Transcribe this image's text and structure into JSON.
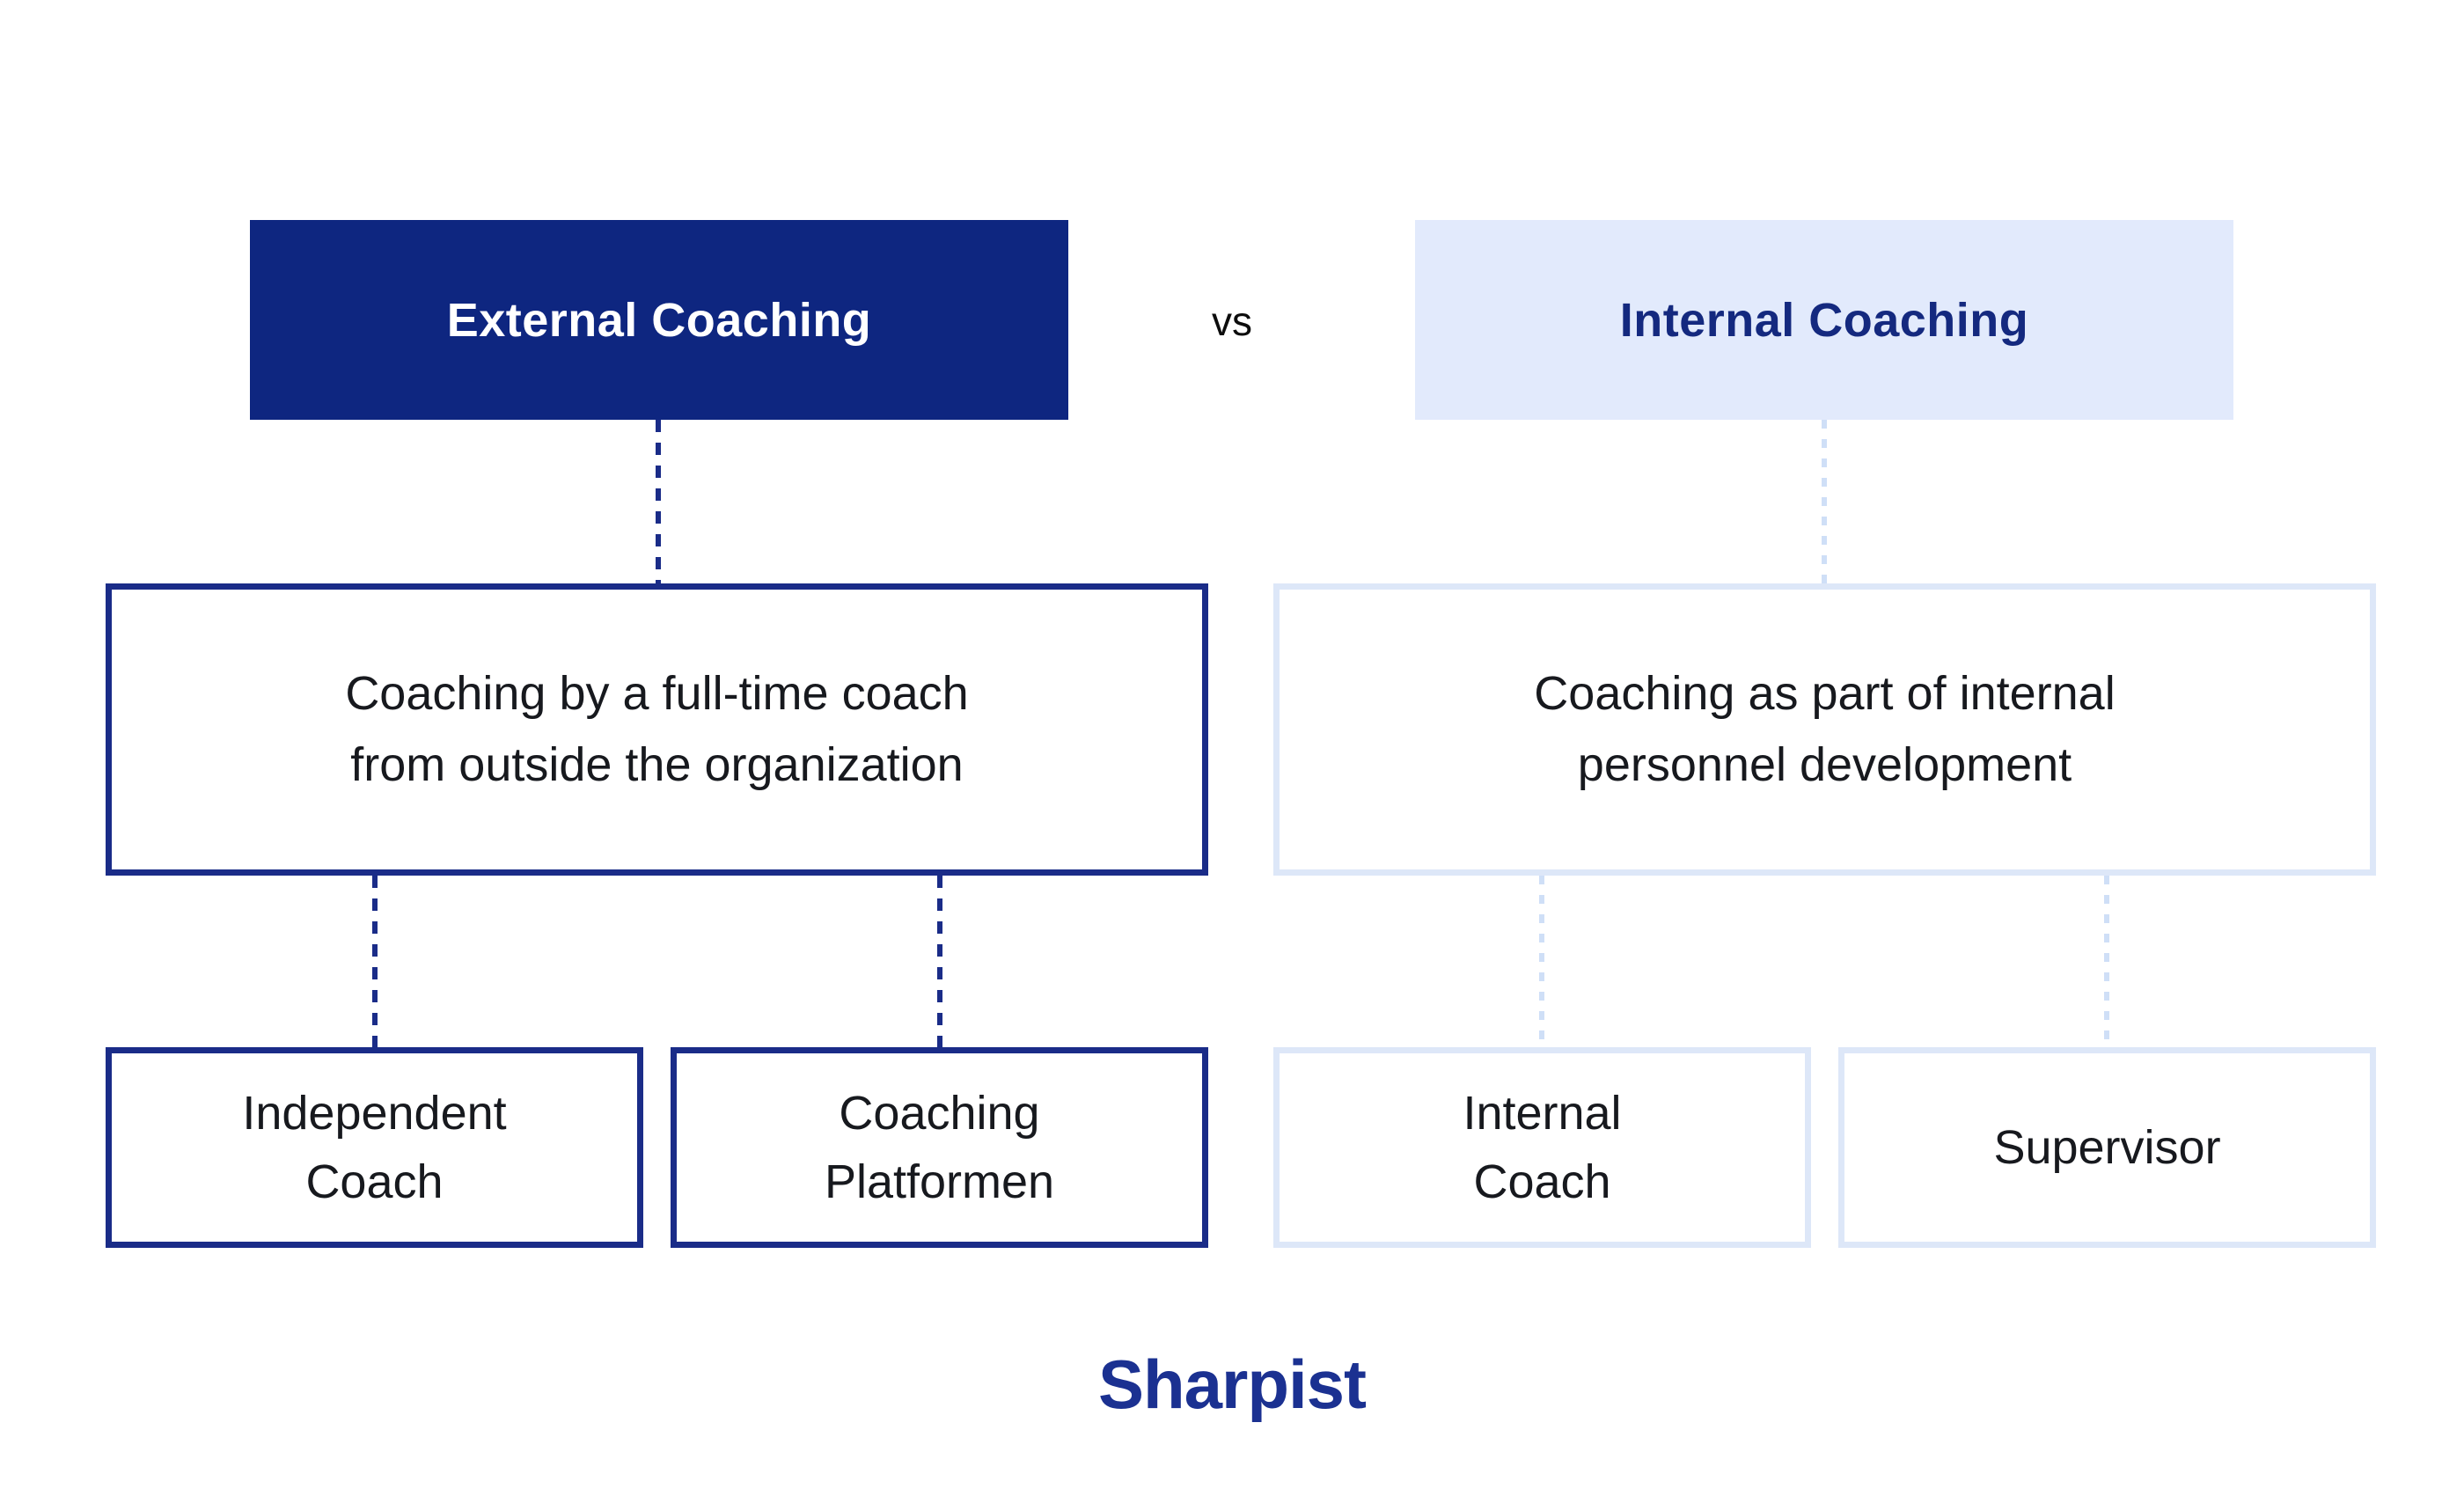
{
  "page": {
    "vs_label": "vs",
    "brand": "Sharpist"
  },
  "colors": {
    "navy_fill": "#0e2680",
    "navy_border": "#1a2c88",
    "navy_text": "#14297f",
    "light_fill": "#e2eafc",
    "light_border": "#dde7f8",
    "light_dash": "#cfdff7",
    "body_text": "#17191e",
    "vs_text": "#0d0d0d",
    "brand_navy": "#1b3191",
    "background": "#ffffff"
  },
  "diagram": {
    "columns": [
      {
        "id": "external-coaching",
        "header": "External Coaching",
        "description": "Coaching by a full-time coach\nfrom outside the organization",
        "children": [
          {
            "label": "Independent\nCoach"
          },
          {
            "label": "Coaching\nPlatformen"
          }
        ]
      },
      {
        "id": "internal-coaching",
        "header": "Internal Coaching",
        "description": "Coaching as part of internal\npersonnel development",
        "children": [
          {
            "label": "Internal\nCoach"
          },
          {
            "label": "Supervisor"
          }
        ]
      }
    ]
  }
}
